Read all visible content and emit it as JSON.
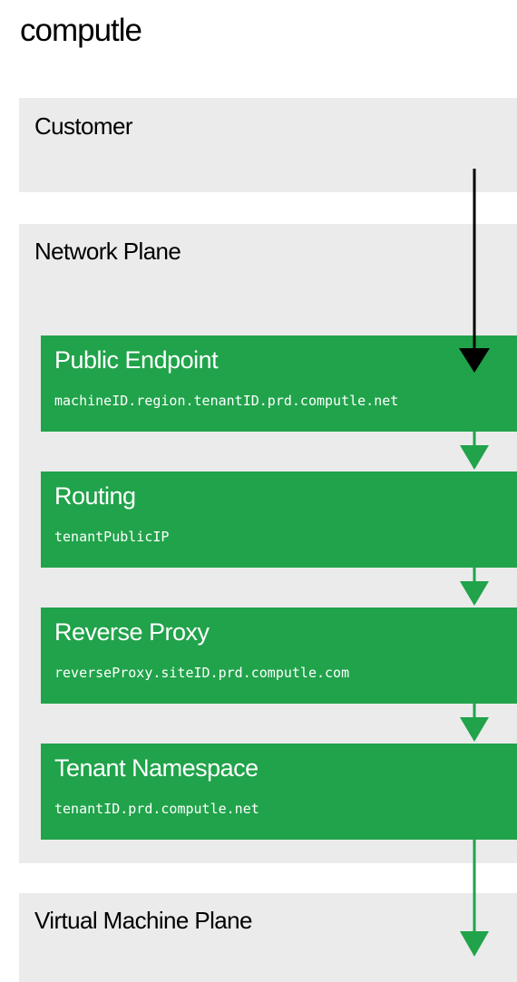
{
  "brand": "computle",
  "planes": {
    "customer": "Customer",
    "network": "Network Plane",
    "vm": "Virtual Machine Plane"
  },
  "steps": [
    {
      "title": "Public Endpoint",
      "address": "machineID.region.tenantID.prd.computle.net"
    },
    {
      "title": "Routing",
      "address": "tenantPublicIP"
    },
    {
      "title": "Reverse Proxy",
      "address": "reverseProxy.siteID.prd.computle.com"
    },
    {
      "title": "Tenant Namespace",
      "address": "tenantID.prd.computle.net"
    }
  ],
  "colors": {
    "step_fill": "#20a34a",
    "plane_fill": "#ebebeb",
    "customer_arrow": "#000000",
    "flow_arrow": "#20a34a"
  }
}
